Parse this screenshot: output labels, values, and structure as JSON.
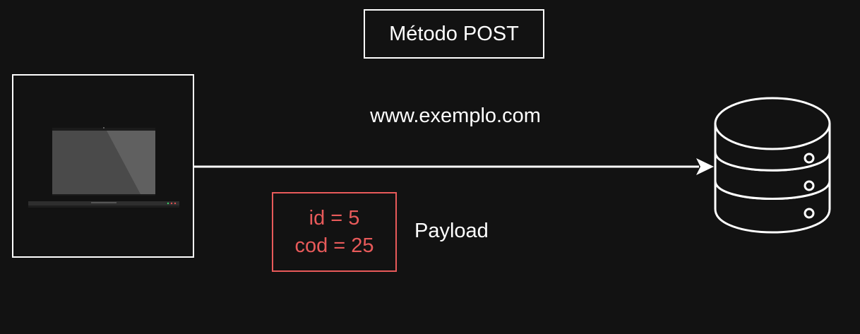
{
  "diagram": {
    "title": "Método POST",
    "url": "www.exemplo.com",
    "payload": {
      "lines": [
        "id = 5",
        "cod = 25"
      ],
      "label": "Payload"
    },
    "nodes": {
      "client_icon": "laptop-icon",
      "server_icon": "database-icon"
    },
    "colors": {
      "background": "#121212",
      "stroke": "#ffffff",
      "payload": "#e85a5a"
    }
  }
}
